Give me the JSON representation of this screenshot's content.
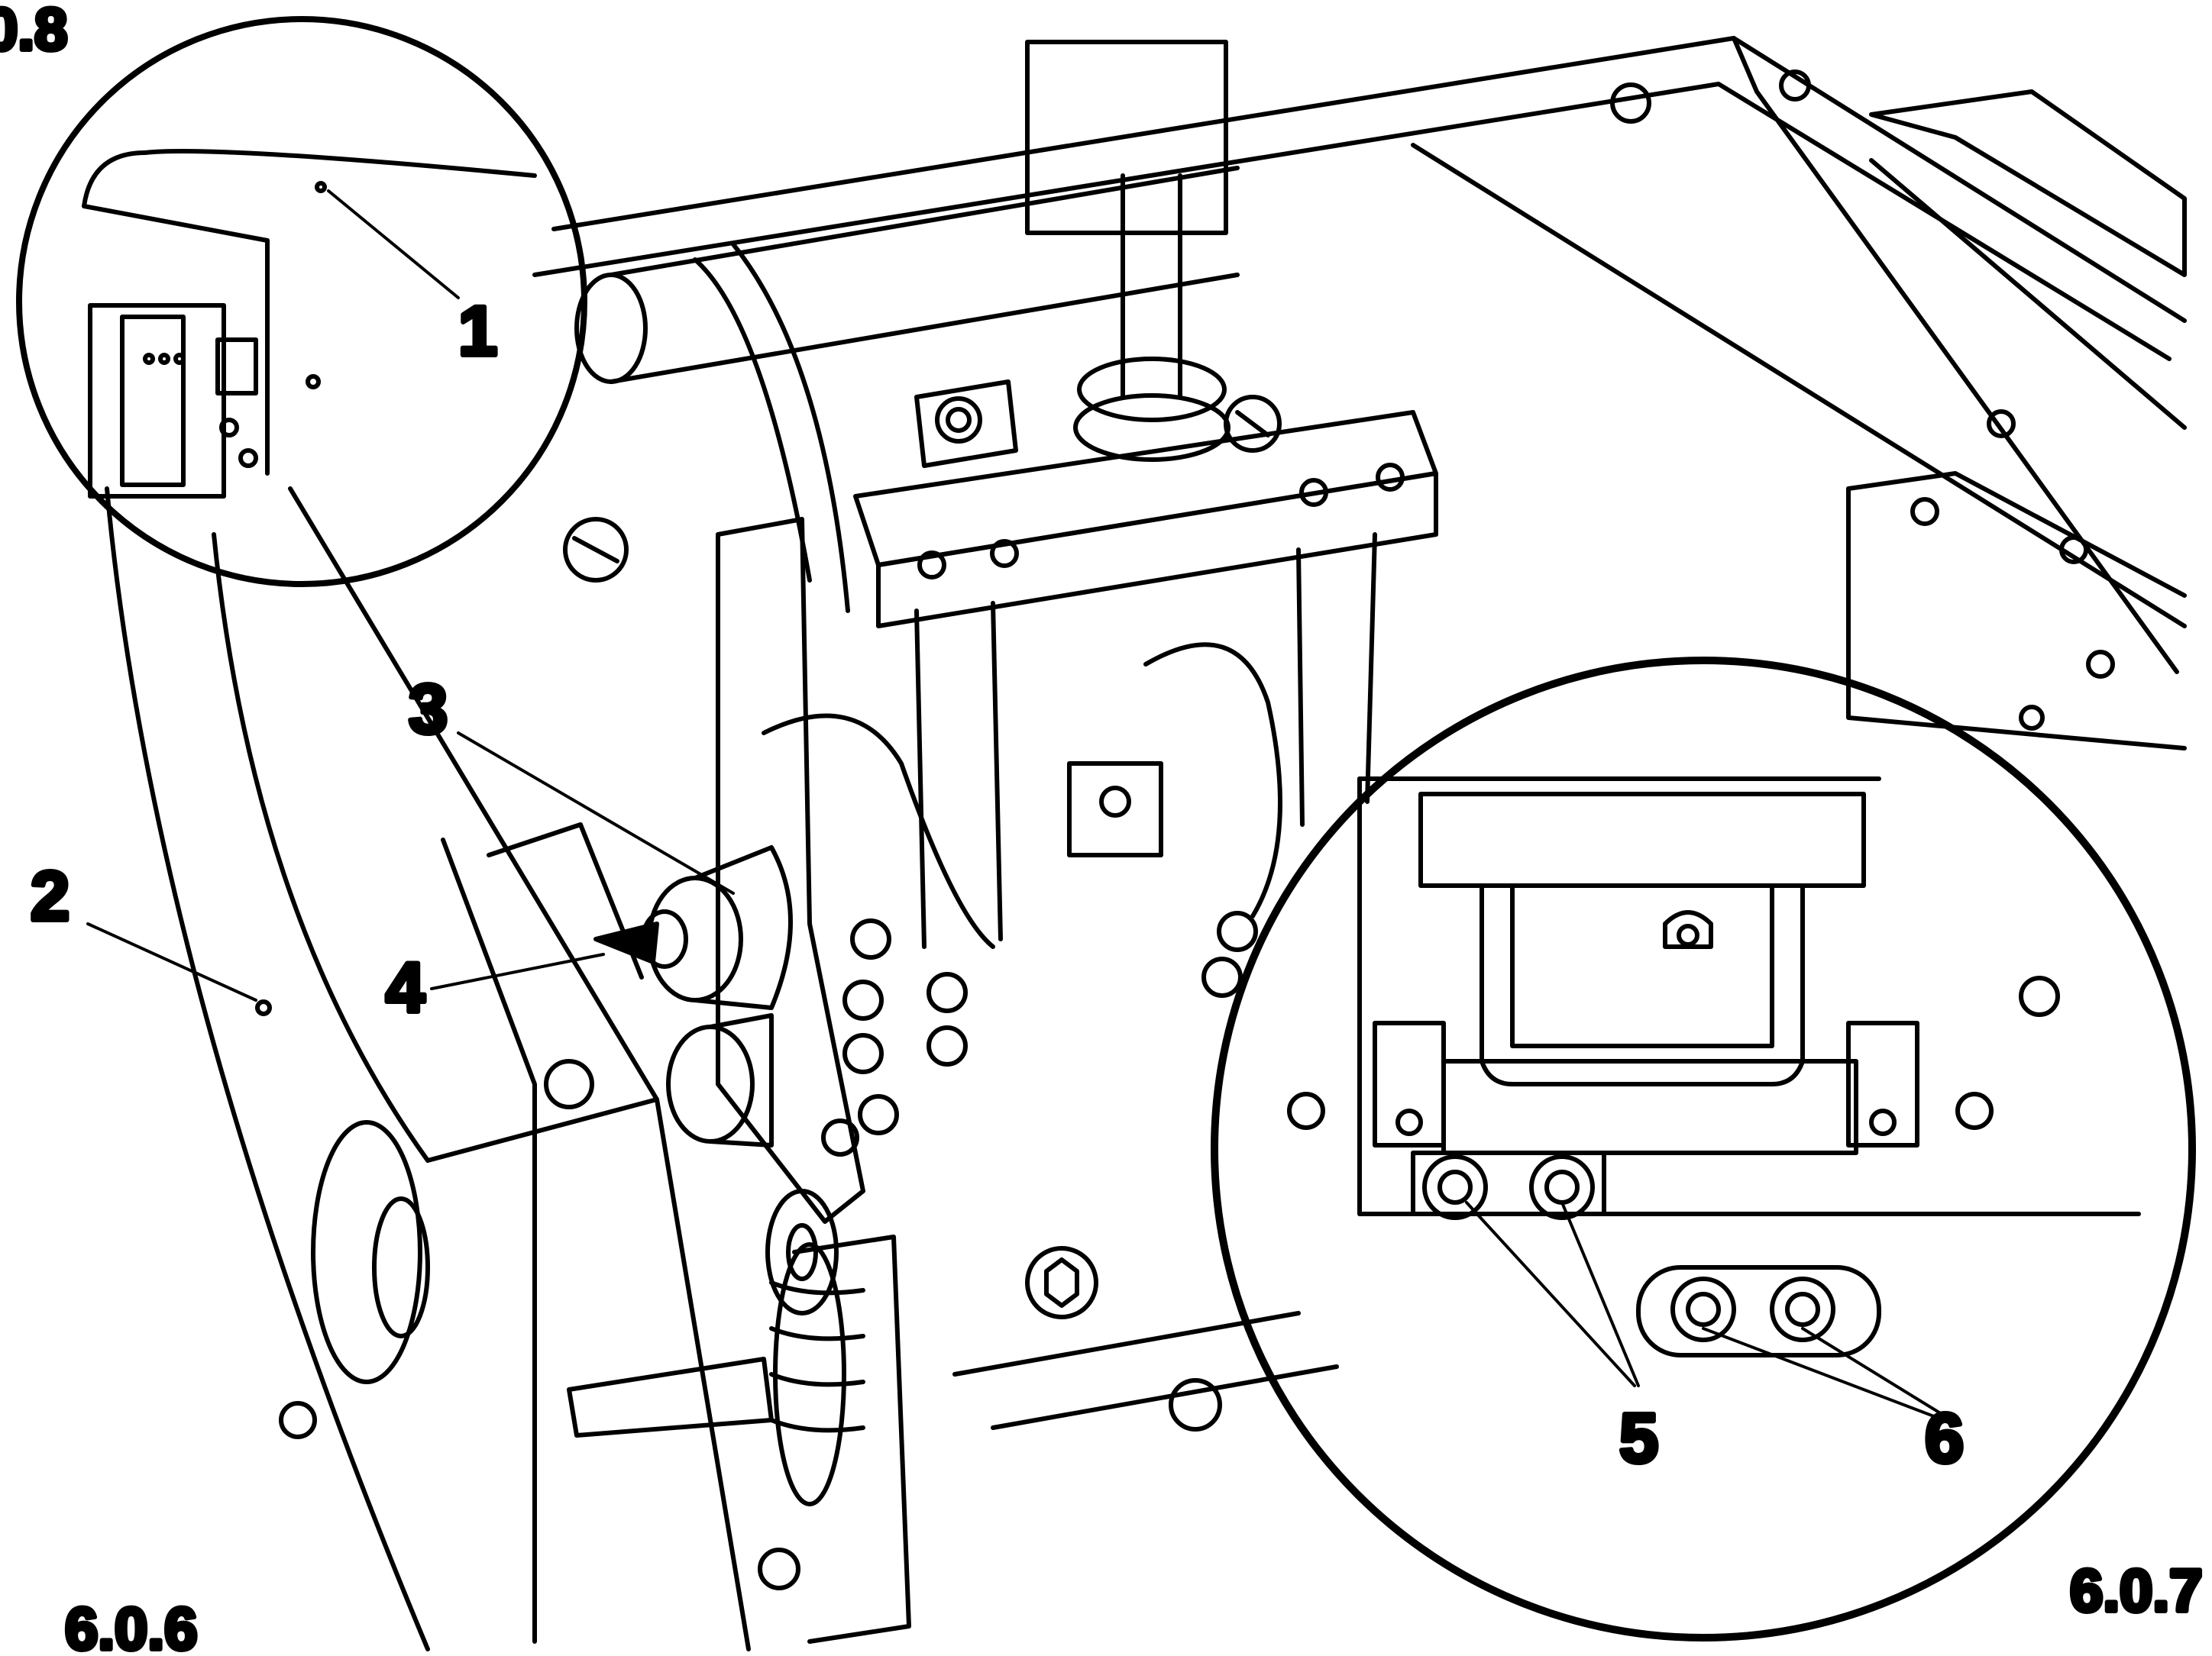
{
  "figure_labels": {
    "top_left": "0.8",
    "bottom_left": "6.0.6",
    "bottom_right": "6.0.7"
  },
  "callouts": [
    "1",
    "2",
    "3",
    "4",
    "5",
    "6"
  ],
  "colors": {
    "ink": "#000000",
    "paper": "#ffffff"
  }
}
